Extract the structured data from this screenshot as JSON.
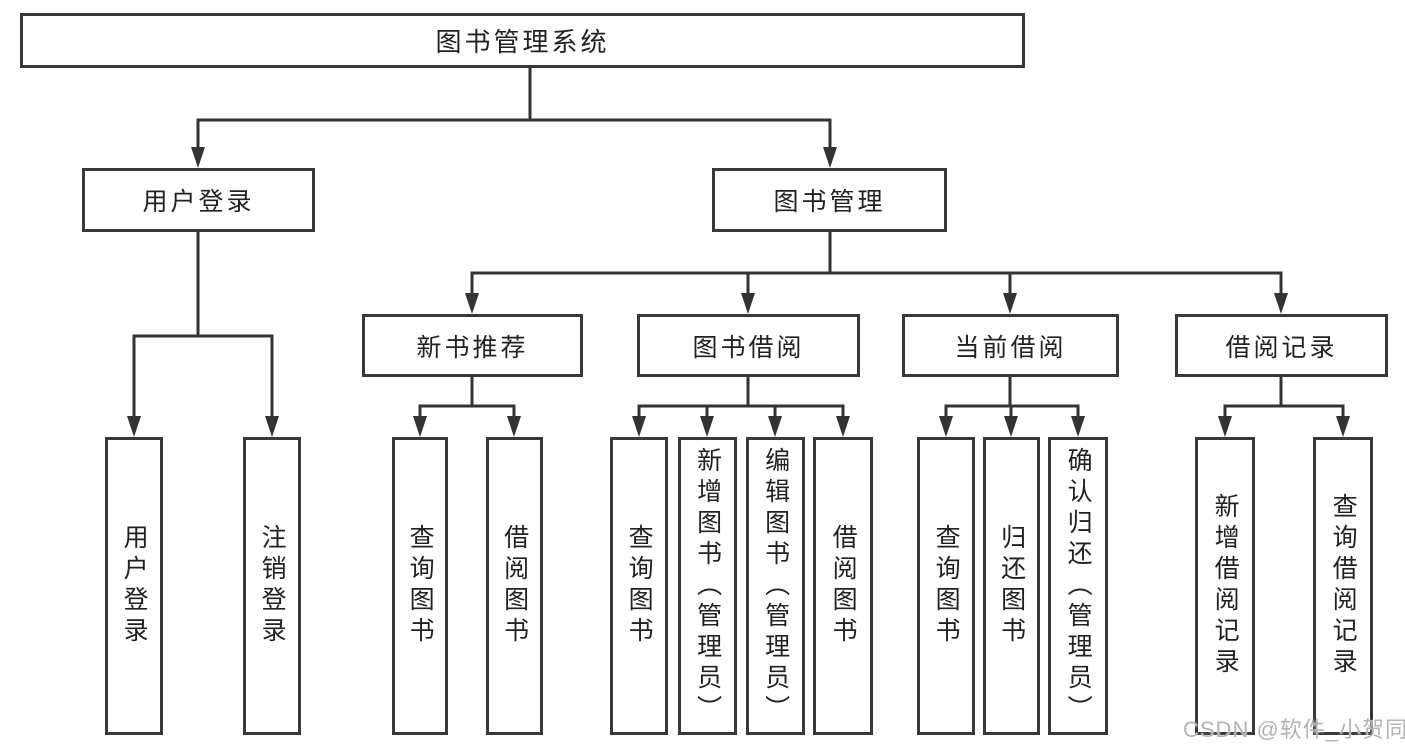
{
  "tree": {
    "root": "图书管理系统",
    "branches": [
      {
        "label": "用户登录",
        "children": [
          "用户登录",
          "注销登录"
        ]
      },
      {
        "label": "图书管理",
        "children": [
          {
            "label": "新书推荐",
            "children": [
              "查询图书",
              "借阅图书"
            ]
          },
          {
            "label": "图书借阅",
            "children": [
              "查询图书",
              "新增图书（管理员）",
              "编辑图书（管理员）",
              "借阅图书"
            ]
          },
          {
            "label": "当前借阅",
            "children": [
              "查询图书",
              "归还图书",
              "确认归还（管理员）"
            ]
          },
          {
            "label": "借阅记录",
            "children": [
              "新增借阅记录",
              "查询借阅记录"
            ]
          }
        ]
      }
    ]
  },
  "watermark": "CSDN @软件_小贺同学",
  "colors": {
    "line": "#333333",
    "box_border": "#383838",
    "text": "#222222",
    "watermark": "#b3b3b3",
    "background": "#ffffff"
  }
}
